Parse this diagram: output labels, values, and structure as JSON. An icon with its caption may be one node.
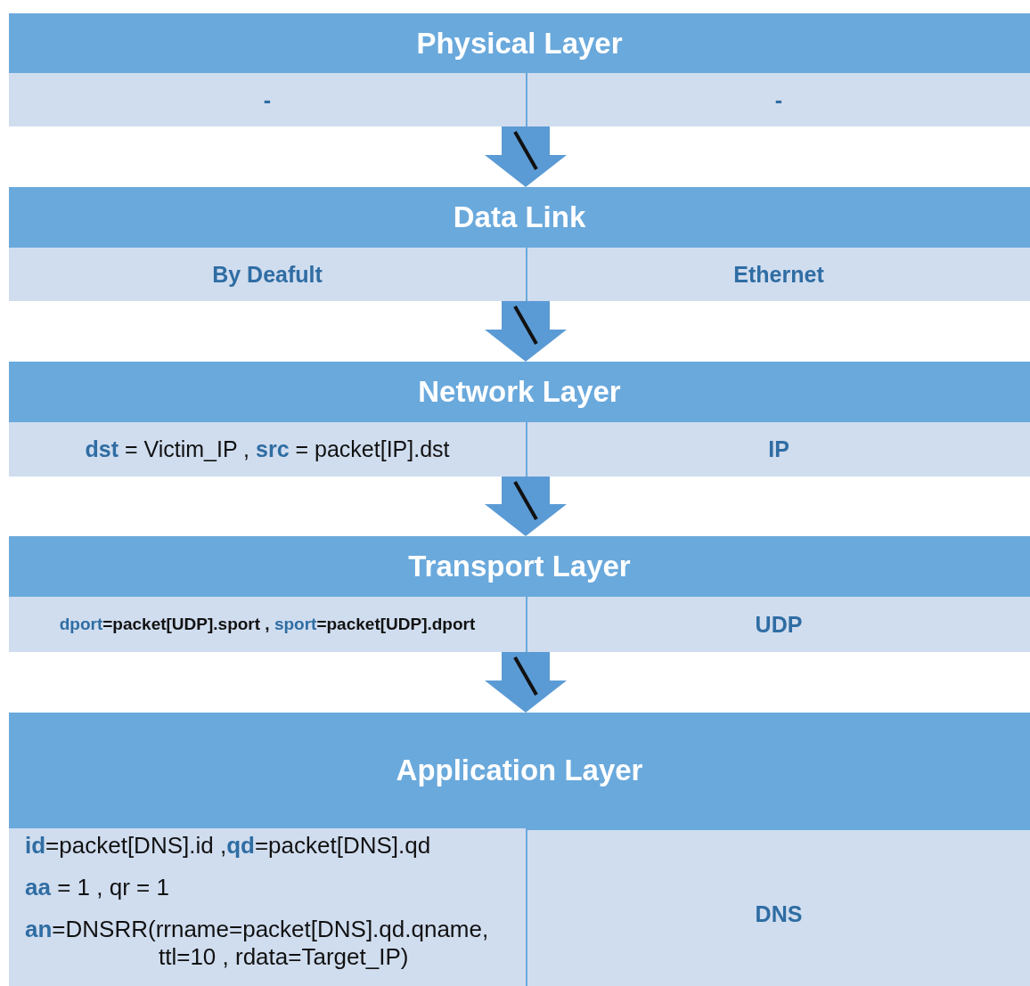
{
  "diagram": {
    "nodes": [
      {
        "text": [
          "Physical Layer"
        ]
      },
      {
        "text": [
          "-"
        ],
        "in": 0
      },
      {
        "text": [
          "-"
        ],
        "in": 0
      },
      {
        "text": [
          "Data Link"
        ]
      },
      {
        "text": [
          "By Deafult"
        ],
        "in": 3
      },
      {
        "text": [
          "Ethernet"
        ],
        "in": 3
      },
      {
        "text": [
          "Network Layer"
        ]
      },
      {
        "text": [
          "**dst** = Victim_IP , **src** = packet[IP].dst"
        ],
        "in": 6
      },
      {
        "text": [
          "IP"
        ],
        "in": 6
      },
      {
        "text": [
          "Transport Layer"
        ]
      },
      {
        "text": [
          "**dport**=packet[UDP].sport , **sport**=packet[UDP].dport"
        ],
        "in": 9
      },
      {
        "text": [
          "UDP"
        ],
        "in": 9
      },
      {
        "text": [
          "Application Layer"
        ]
      },
      {
        "text": [
          "**id**=packet[DNS].id ,**qd**=packet[DNS].qd",
          "**aa** = 1 , qr = 1",
          "**an**=DNSRR(rrname=packet[DNS].qd.qname, ttl=10 , rdata=Target_IP)"
        ],
        "in": 12
      },
      {
        "text": [
          "DNS"
        ],
        "in": 12
      }
    ],
    "edges": [
      {
        "from": 0,
        "to": 3,
        "arrow": "to"
      },
      {
        "from": 3,
        "to": 6,
        "arrow": "to"
      },
      {
        "from": 6,
        "to": 9,
        "arrow": "to"
      },
      {
        "from": 9,
        "to": 12,
        "arrow": "to"
      }
    ]
  }
}
